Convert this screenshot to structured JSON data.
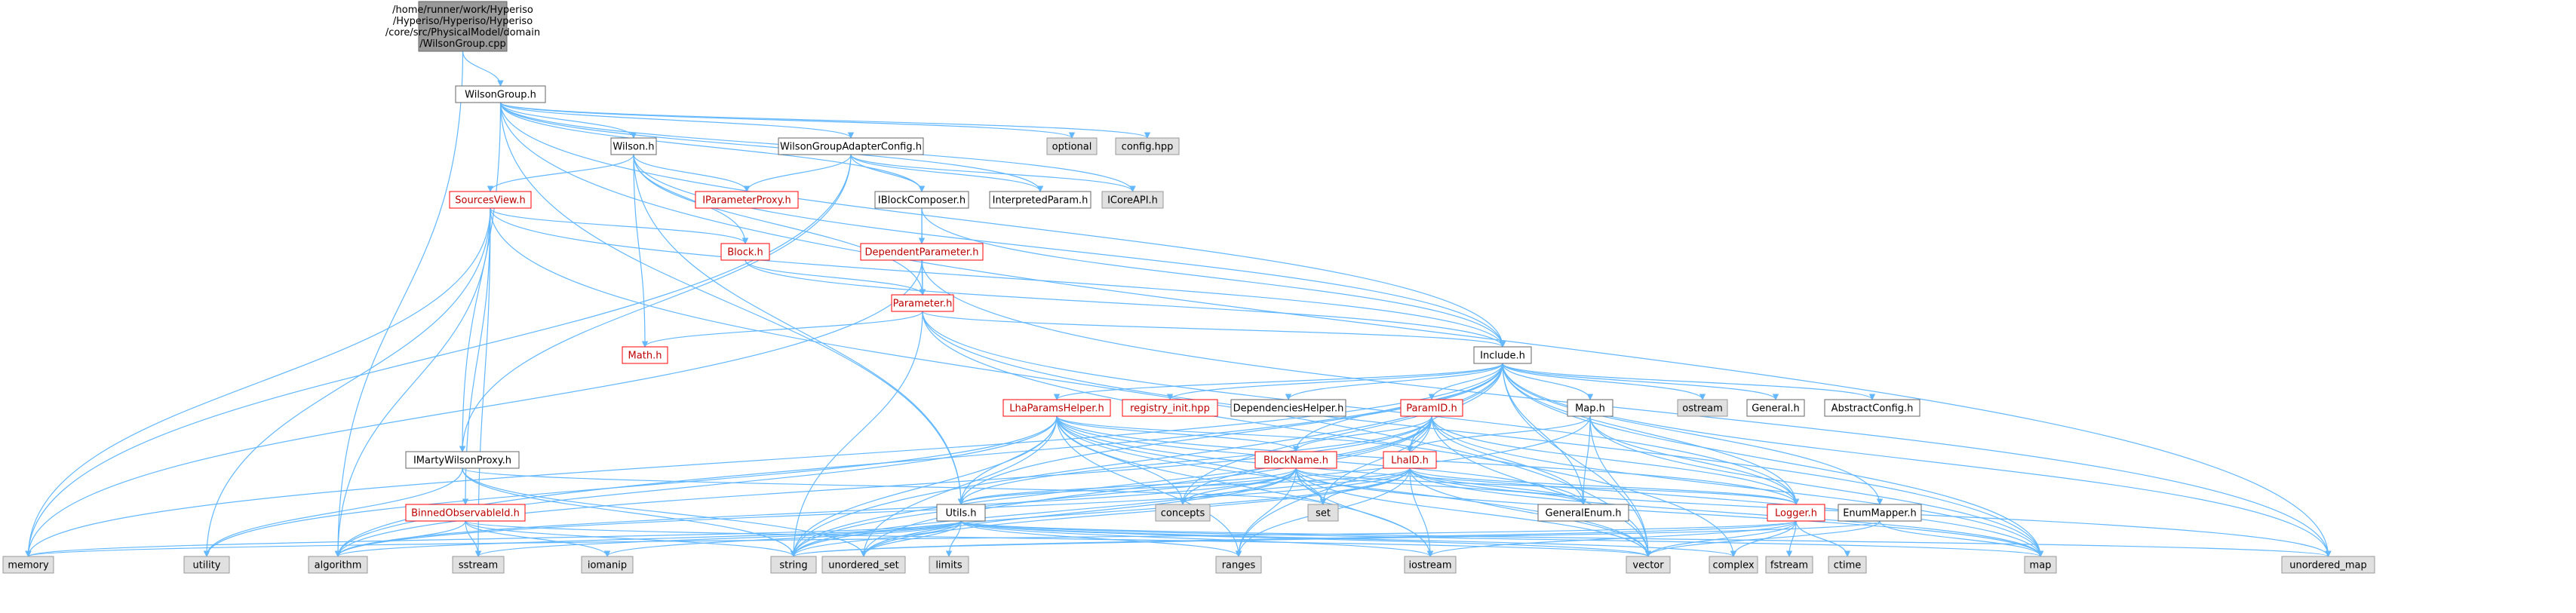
{
  "graph": {
    "colors": {
      "edge": "#63b8ff",
      "root_fill": "#999999",
      "node_fill": "#ffffff",
      "node_border": "#666666",
      "ext_fill": "#e0e0e0",
      "ext_border": "#999999",
      "red_border": "#ff0000",
      "red_text": "#bf0000",
      "text": "#000000"
    },
    "nodes": [
      {
        "id": "root",
        "kind": "root",
        "lines": [
          "/home/runner/work/Hyperiso",
          "/Hyperiso/Hyperiso/Hyperiso",
          "/core/src/PhysicalModel/domain",
          "/WilsonGroup.cpp"
        ]
      },
      {
        "id": "wilsongroup_h",
        "kind": "node",
        "lines": [
          "WilsonGroup.h"
        ]
      },
      {
        "id": "wilson_h",
        "kind": "node",
        "lines": [
          "Wilson.h"
        ]
      },
      {
        "id": "wgac_h",
        "kind": "node",
        "lines": [
          "WilsonGroupAdapterConfig.h"
        ]
      },
      {
        "id": "optional",
        "kind": "ext",
        "lines": [
          "optional"
        ]
      },
      {
        "id": "config_hpp",
        "kind": "ext",
        "lines": [
          "config.hpp"
        ]
      },
      {
        "id": "sourcesview_h",
        "kind": "red",
        "lines": [
          "SourcesView.h"
        ]
      },
      {
        "id": "iparameterproxy_h",
        "kind": "red",
        "lines": [
          "IParameterProxy.h"
        ]
      },
      {
        "id": "iblockcomposer_h",
        "kind": "node",
        "lines": [
          "IBlockComposer.h"
        ]
      },
      {
        "id": "interpretedparam_h",
        "kind": "node",
        "lines": [
          "InterpretedParam.h"
        ]
      },
      {
        "id": "icoreapi_h",
        "kind": "ext",
        "lines": [
          "ICoreAPI.h"
        ]
      },
      {
        "id": "block_h",
        "kind": "red",
        "lines": [
          "Block.h"
        ]
      },
      {
        "id": "dependentparameter_h",
        "kind": "red",
        "lines": [
          "DependentParameter.h"
        ]
      },
      {
        "id": "parameter_h",
        "kind": "red",
        "lines": [
          "Parameter.h"
        ]
      },
      {
        "id": "math_h",
        "kind": "red",
        "lines": [
          "Math.h"
        ]
      },
      {
        "id": "include_h",
        "kind": "node",
        "lines": [
          "Include.h"
        ]
      },
      {
        "id": "lhaparamshelper_h",
        "kind": "red",
        "lines": [
          "LhaParamsHelper.h"
        ]
      },
      {
        "id": "registry_init_hpp",
        "kind": "red",
        "lines": [
          "registry_init.hpp"
        ]
      },
      {
        "id": "dependencieshelper_h",
        "kind": "node",
        "lines": [
          "DependenciesHelper.h"
        ]
      },
      {
        "id": "paramid_h",
        "kind": "red",
        "lines": [
          "ParamID.h"
        ]
      },
      {
        "id": "map_h",
        "kind": "node",
        "lines": [
          "Map.h"
        ]
      },
      {
        "id": "ostream",
        "kind": "ext",
        "lines": [
          "ostream"
        ]
      },
      {
        "id": "general_h",
        "kind": "node",
        "lines": [
          "General.h"
        ]
      },
      {
        "id": "abstractconfig_h",
        "kind": "node",
        "lines": [
          "AbstractConfig.h"
        ]
      },
      {
        "id": "imartywilsonproxy_h",
        "kind": "node",
        "lines": [
          "IMartyWilsonProxy.h"
        ]
      },
      {
        "id": "blockname_h",
        "kind": "red",
        "lines": [
          "BlockName.h"
        ]
      },
      {
        "id": "lhaid_h",
        "kind": "red",
        "lines": [
          "LhaID.h"
        ]
      },
      {
        "id": "binnedobservableid_h",
        "kind": "red",
        "lines": [
          "BinnedObservableId.h"
        ]
      },
      {
        "id": "concepts",
        "kind": "ext",
        "lines": [
          "concepts"
        ]
      },
      {
        "id": "set",
        "kind": "ext",
        "lines": [
          "set"
        ]
      },
      {
        "id": "generalenum_h",
        "kind": "node",
        "lines": [
          "GeneralEnum.h"
        ]
      },
      {
        "id": "logger_h",
        "kind": "red",
        "lines": [
          "Logger.h"
        ]
      },
      {
        "id": "enummapper_h",
        "kind": "node",
        "lines": [
          "EnumMapper.h"
        ]
      },
      {
        "id": "utils_h",
        "kind": "node",
        "lines": [
          "Utils.h"
        ]
      },
      {
        "id": "memory",
        "kind": "ext",
        "lines": [
          "memory"
        ]
      },
      {
        "id": "utility",
        "kind": "ext",
        "lines": [
          "utility"
        ]
      },
      {
        "id": "algorithm",
        "kind": "ext",
        "lines": [
          "algorithm"
        ]
      },
      {
        "id": "sstream",
        "kind": "ext",
        "lines": [
          "sstream"
        ]
      },
      {
        "id": "string",
        "kind": "ext",
        "lines": [
          "string"
        ]
      },
      {
        "id": "iomanip",
        "kind": "ext",
        "lines": [
          "iomanip"
        ]
      },
      {
        "id": "unordered_set",
        "kind": "ext",
        "lines": [
          "unordered_set"
        ]
      },
      {
        "id": "limits",
        "kind": "ext",
        "lines": [
          "limits"
        ]
      },
      {
        "id": "ranges",
        "kind": "ext",
        "lines": [
          "ranges"
        ]
      },
      {
        "id": "iostream",
        "kind": "ext",
        "lines": [
          "iostream"
        ]
      },
      {
        "id": "vector",
        "kind": "ext",
        "lines": [
          "vector"
        ]
      },
      {
        "id": "complex",
        "kind": "ext",
        "lines": [
          "complex"
        ]
      },
      {
        "id": "fstream",
        "kind": "ext",
        "lines": [
          "fstream"
        ]
      },
      {
        "id": "ctime",
        "kind": "ext",
        "lines": [
          "ctime"
        ]
      },
      {
        "id": "map",
        "kind": "ext",
        "lines": [
          "map"
        ]
      },
      {
        "id": "unordered_map",
        "kind": "ext",
        "lines": [
          "unordered_map"
        ]
      }
    ],
    "edges": [
      [
        "root",
        "wilsongroup_h"
      ],
      [
        "root",
        "algorithm"
      ],
      [
        "wilsongroup_h",
        "wilson_h"
      ],
      [
        "wilsongroup_h",
        "wgac_h"
      ],
      [
        "wilsongroup_h",
        "optional"
      ],
      [
        "wilsongroup_h",
        "config_hpp"
      ],
      [
        "wilsongroup_h",
        "iblockcomposer_h"
      ],
      [
        "wilsongroup_h",
        "interpretedparam_h"
      ],
      [
        "wilsongroup_h",
        "icoreapi_h"
      ],
      [
        "wilsongroup_h",
        "include_h"
      ],
      [
        "wilsongroup_h",
        "imartywilsonproxy_h"
      ],
      [
        "wilsongroup_h",
        "utils_h"
      ],
      [
        "wilsongroup_h",
        "unordered_map"
      ],
      [
        "wilson_h",
        "sourcesview_h"
      ],
      [
        "wilson_h",
        "iparameterproxy_h"
      ],
      [
        "wilson_h",
        "block_h"
      ],
      [
        "wilson_h",
        "parameter_h"
      ],
      [
        "wilson_h",
        "math_h"
      ],
      [
        "wilson_h",
        "include_h"
      ],
      [
        "wilson_h",
        "utils_h"
      ],
      [
        "wgac_h",
        "iparameterproxy_h"
      ],
      [
        "wgac_h",
        "iblockcomposer_h"
      ],
      [
        "wgac_h",
        "interpretedparam_h"
      ],
      [
        "wgac_h",
        "icoreapi_h"
      ],
      [
        "wgac_h",
        "imartywilsonproxy_h"
      ],
      [
        "wgac_h",
        "memory"
      ],
      [
        "sourcesview_h",
        "block_h"
      ],
      [
        "sourcesview_h",
        "memory"
      ],
      [
        "sourcesview_h",
        "utility"
      ],
      [
        "sourcesview_h",
        "algorithm"
      ],
      [
        "sourcesview_h",
        "sstream"
      ],
      [
        "sourcesview_h",
        "include_h"
      ],
      [
        "sourcesview_h",
        "binnedobservableid_h"
      ],
      [
        "sourcesview_h",
        "vector"
      ],
      [
        "iblockcomposer_h",
        "dependentparameter_h"
      ],
      [
        "iblockcomposer_h",
        "parameter_h"
      ],
      [
        "iblockcomposer_h",
        "include_h"
      ],
      [
        "block_h",
        "parameter_h"
      ],
      [
        "block_h",
        "include_h"
      ],
      [
        "dependentparameter_h",
        "parameter_h"
      ],
      [
        "dependentparameter_h",
        "memory"
      ],
      [
        "dependentparameter_h",
        "unordered_map"
      ],
      [
        "parameter_h",
        "math_h"
      ],
      [
        "parameter_h",
        "include_h"
      ],
      [
        "parameter_h",
        "string"
      ],
      [
        "parameter_h",
        "logger_h"
      ],
      [
        "parameter_h",
        "map"
      ],
      [
        "parameter_h",
        "complex"
      ],
      [
        "include_h",
        "lhaparamshelper_h"
      ],
      [
        "include_h",
        "registry_init_hpp"
      ],
      [
        "include_h",
        "dependencieshelper_h"
      ],
      [
        "include_h",
        "paramid_h"
      ],
      [
        "include_h",
        "map_h"
      ],
      [
        "include_h",
        "ostream"
      ],
      [
        "include_h",
        "general_h"
      ],
      [
        "include_h",
        "abstractconfig_h"
      ],
      [
        "include_h",
        "blockname_h"
      ],
      [
        "include_h",
        "lhaid_h"
      ],
      [
        "include_h",
        "generalenum_h"
      ],
      [
        "include_h",
        "logger_h"
      ],
      [
        "include_h",
        "enummapper_h"
      ],
      [
        "include_h",
        "utils_h"
      ],
      [
        "include_h",
        "memory"
      ],
      [
        "include_h",
        "string"
      ],
      [
        "include_h",
        "vector"
      ],
      [
        "include_h",
        "map"
      ],
      [
        "include_h",
        "unordered_map"
      ],
      [
        "include_h",
        "algorithm"
      ],
      [
        "include_h",
        "concepts"
      ],
      [
        "lhaparamshelper_h",
        "blockname_h"
      ],
      [
        "lhaparamshelper_h",
        "lhaid_h"
      ],
      [
        "lhaparamshelper_h",
        "generalenum_h"
      ],
      [
        "lhaparamshelper_h",
        "logger_h"
      ],
      [
        "lhaparamshelper_h",
        "utils_h"
      ],
      [
        "lhaparamshelper_h",
        "concepts"
      ],
      [
        "lhaparamshelper_h",
        "set"
      ],
      [
        "lhaparamshelper_h",
        "string"
      ],
      [
        "lhaparamshelper_h",
        "unordered_set"
      ],
      [
        "lhaparamshelper_h",
        "ranges"
      ],
      [
        "lhaparamshelper_h",
        "iostream"
      ],
      [
        "lhaparamshelper_h",
        "vector"
      ],
      [
        "lhaparamshelper_h",
        "map"
      ],
      [
        "lhaparamshelper_h",
        "algorithm"
      ],
      [
        "lhaparamshelper_h",
        "utility"
      ],
      [
        "paramid_h",
        "blockname_h"
      ],
      [
        "paramid_h",
        "lhaid_h"
      ],
      [
        "paramid_h",
        "generalenum_h"
      ],
      [
        "paramid_h",
        "logger_h"
      ],
      [
        "paramid_h",
        "utils_h"
      ],
      [
        "paramid_h",
        "concepts"
      ],
      [
        "paramid_h",
        "set"
      ],
      [
        "paramid_h",
        "string"
      ],
      [
        "paramid_h",
        "unordered_set"
      ],
      [
        "paramid_h",
        "ranges"
      ],
      [
        "paramid_h",
        "vector"
      ],
      [
        "paramid_h",
        "map"
      ],
      [
        "paramid_h",
        "algorithm"
      ],
      [
        "map_h",
        "lhaid_h"
      ],
      [
        "map_h",
        "generalenum_h"
      ],
      [
        "map_h",
        "logger_h"
      ],
      [
        "map_h",
        "map"
      ],
      [
        "map_h",
        "vector"
      ],
      [
        "map_h",
        "string"
      ],
      [
        "imartywilsonproxy_h",
        "utility"
      ],
      [
        "imartywilsonproxy_h",
        "unordered_set"
      ],
      [
        "imartywilsonproxy_h",
        "string"
      ],
      [
        "imartywilsonproxy_h",
        "set"
      ],
      [
        "blockname_h",
        "generalenum_h"
      ],
      [
        "blockname_h",
        "logger_h"
      ],
      [
        "blockname_h",
        "utils_h"
      ],
      [
        "blockname_h",
        "concepts"
      ],
      [
        "blockname_h",
        "set"
      ],
      [
        "blockname_h",
        "string"
      ],
      [
        "blockname_h",
        "unordered_set"
      ],
      [
        "blockname_h",
        "ranges"
      ],
      [
        "blockname_h",
        "iostream"
      ],
      [
        "blockname_h",
        "vector"
      ],
      [
        "blockname_h",
        "map"
      ],
      [
        "blockname_h",
        "algorithm"
      ],
      [
        "lhaid_h",
        "generalenum_h"
      ],
      [
        "lhaid_h",
        "logger_h"
      ],
      [
        "lhaid_h",
        "utils_h"
      ],
      [
        "lhaid_h",
        "concepts"
      ],
      [
        "lhaid_h",
        "set"
      ],
      [
        "lhaid_h",
        "string"
      ],
      [
        "lhaid_h",
        "unordered_set"
      ],
      [
        "lhaid_h",
        "ranges"
      ],
      [
        "lhaid_h",
        "iostream"
      ],
      [
        "lhaid_h",
        "vector"
      ],
      [
        "lhaid_h",
        "map"
      ],
      [
        "lhaid_h",
        "algorithm"
      ],
      [
        "lhaid_h",
        "unordered_map"
      ],
      [
        "binnedobservableid_h",
        "string"
      ],
      [
        "binnedobservableid_h",
        "sstream"
      ],
      [
        "binnedobservableid_h",
        "iomanip"
      ],
      [
        "binnedobservableid_h",
        "algorithm"
      ],
      [
        "binnedobservableid_h",
        "vector"
      ],
      [
        "logger_h",
        "string"
      ],
      [
        "logger_h",
        "iostream"
      ],
      [
        "logger_h",
        "fstream"
      ],
      [
        "logger_h",
        "ctime"
      ],
      [
        "logger_h",
        "vector"
      ],
      [
        "logger_h",
        "complex"
      ],
      [
        "logger_h",
        "memory"
      ],
      [
        "enummapper_h",
        "map"
      ],
      [
        "enummapper_h",
        "string"
      ],
      [
        "enummapper_h",
        "vector"
      ],
      [
        "utils_h",
        "memory"
      ],
      [
        "utils_h",
        "algorithm"
      ],
      [
        "utils_h",
        "sstream"
      ],
      [
        "utils_h",
        "string"
      ],
      [
        "utils_h",
        "iomanip"
      ],
      [
        "utils_h",
        "unordered_set"
      ],
      [
        "utils_h",
        "limits"
      ],
      [
        "utils_h",
        "ranges"
      ],
      [
        "utils_h",
        "iostream"
      ],
      [
        "utils_h",
        "vector"
      ],
      [
        "utils_h",
        "complex"
      ],
      [
        "utils_h",
        "map"
      ],
      [
        "utils_h",
        "unordered_map"
      ]
    ]
  }
}
